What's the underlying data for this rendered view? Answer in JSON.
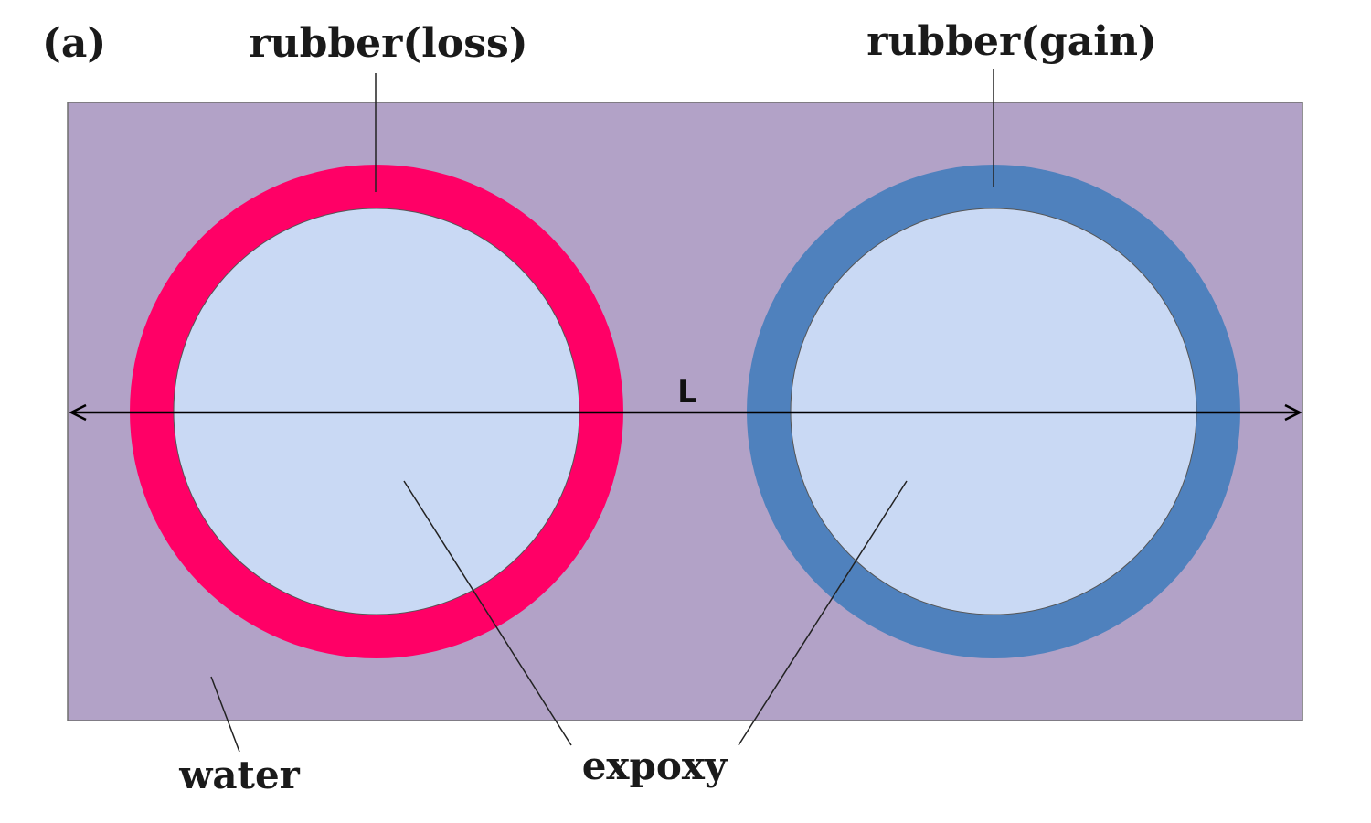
{
  "figure": {
    "panel_label": "(a)",
    "colors": {
      "background": "#ffffff",
      "water": "#b2a2c7",
      "rubber_loss": "#ff0066",
      "rubber_gain": "#4f81bd",
      "epoxy": "#c9d9f4",
      "line": "#000000"
    },
    "labels": {
      "rubber_loss": "rubber(loss)",
      "rubber_gain": "rubber(gain)",
      "water": "water",
      "epoxy": "expoxy",
      "length": "L"
    }
  }
}
